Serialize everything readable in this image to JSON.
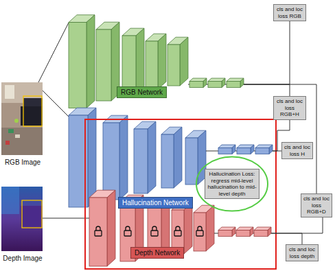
{
  "diagram": {
    "nodes": [
      {
        "text": [
          "RGB Network"
        ]
      },
      {
        "text": [
          "Hallucination Network"
        ]
      },
      {
        "text": [
          "Depth Network"
        ]
      },
      {
        "text": [
          "cls and loc loss RGB"
        ]
      },
      {
        "text": [
          "cls and loc loss RGB+H"
        ]
      },
      {
        "text": [
          "cls and loc loss H"
        ]
      },
      {
        "text": [
          "cls and loc loss RGB+D"
        ]
      },
      {
        "text": [
          "cls and loc loss depth"
        ]
      },
      {
        "text": [
          "Hallucination Loss: regress mid-level hallucination to mid-level depth"
        ]
      }
    ],
    "edges": [
      {
        "from": 0,
        "to": 3,
        "arrow": "none"
      },
      {
        "from": 0,
        "to": 4,
        "arrow": "none"
      },
      {
        "from": 1,
        "to": 4,
        "arrow": "none"
      },
      {
        "from": 1,
        "to": 5,
        "arrow": "none"
      },
      {
        "from": 0,
        "to": 6,
        "arrow": "none"
      },
      {
        "from": 2,
        "to": 6,
        "arrow": "none"
      },
      {
        "from": 2,
        "to": 7,
        "arrow": "none"
      }
    ],
    "labels": [
      "RGB Image",
      "Depth Image"
    ]
  }
}
